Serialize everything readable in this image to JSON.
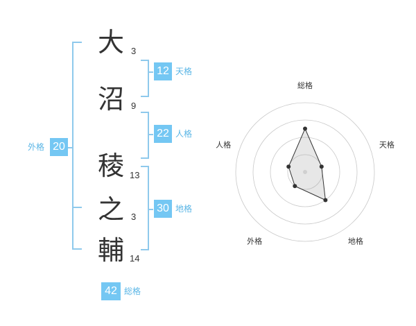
{
  "name": {
    "characters": [
      {
        "char": "大",
        "strokes": "3"
      },
      {
        "char": "沼",
        "strokes": "9"
      },
      {
        "char": "稜",
        "strokes": "13"
      },
      {
        "char": "之",
        "strokes": "3"
      },
      {
        "char": "輔",
        "strokes": "14"
      }
    ]
  },
  "scores": {
    "tenkaku": {
      "value": "12",
      "label": "天格"
    },
    "jinkaku": {
      "value": "22",
      "label": "人格"
    },
    "chikaku": {
      "value": "30",
      "label": "地格"
    },
    "gaikaku": {
      "value": "20",
      "label": "外格"
    },
    "soukaku": {
      "value": "42",
      "label": "総格"
    }
  },
  "colors": {
    "accent": "#74c7f3",
    "bracket": "#8ec9ec",
    "label": "#5bb6e6"
  },
  "chart_data": {
    "type": "radar",
    "axes": [
      "総格",
      "天格",
      "地格",
      "外格",
      "人格"
    ],
    "rings": 4,
    "ring_max": 4,
    "values": [
      2.5,
      1.0,
      2.0,
      1.0,
      1.0
    ]
  }
}
